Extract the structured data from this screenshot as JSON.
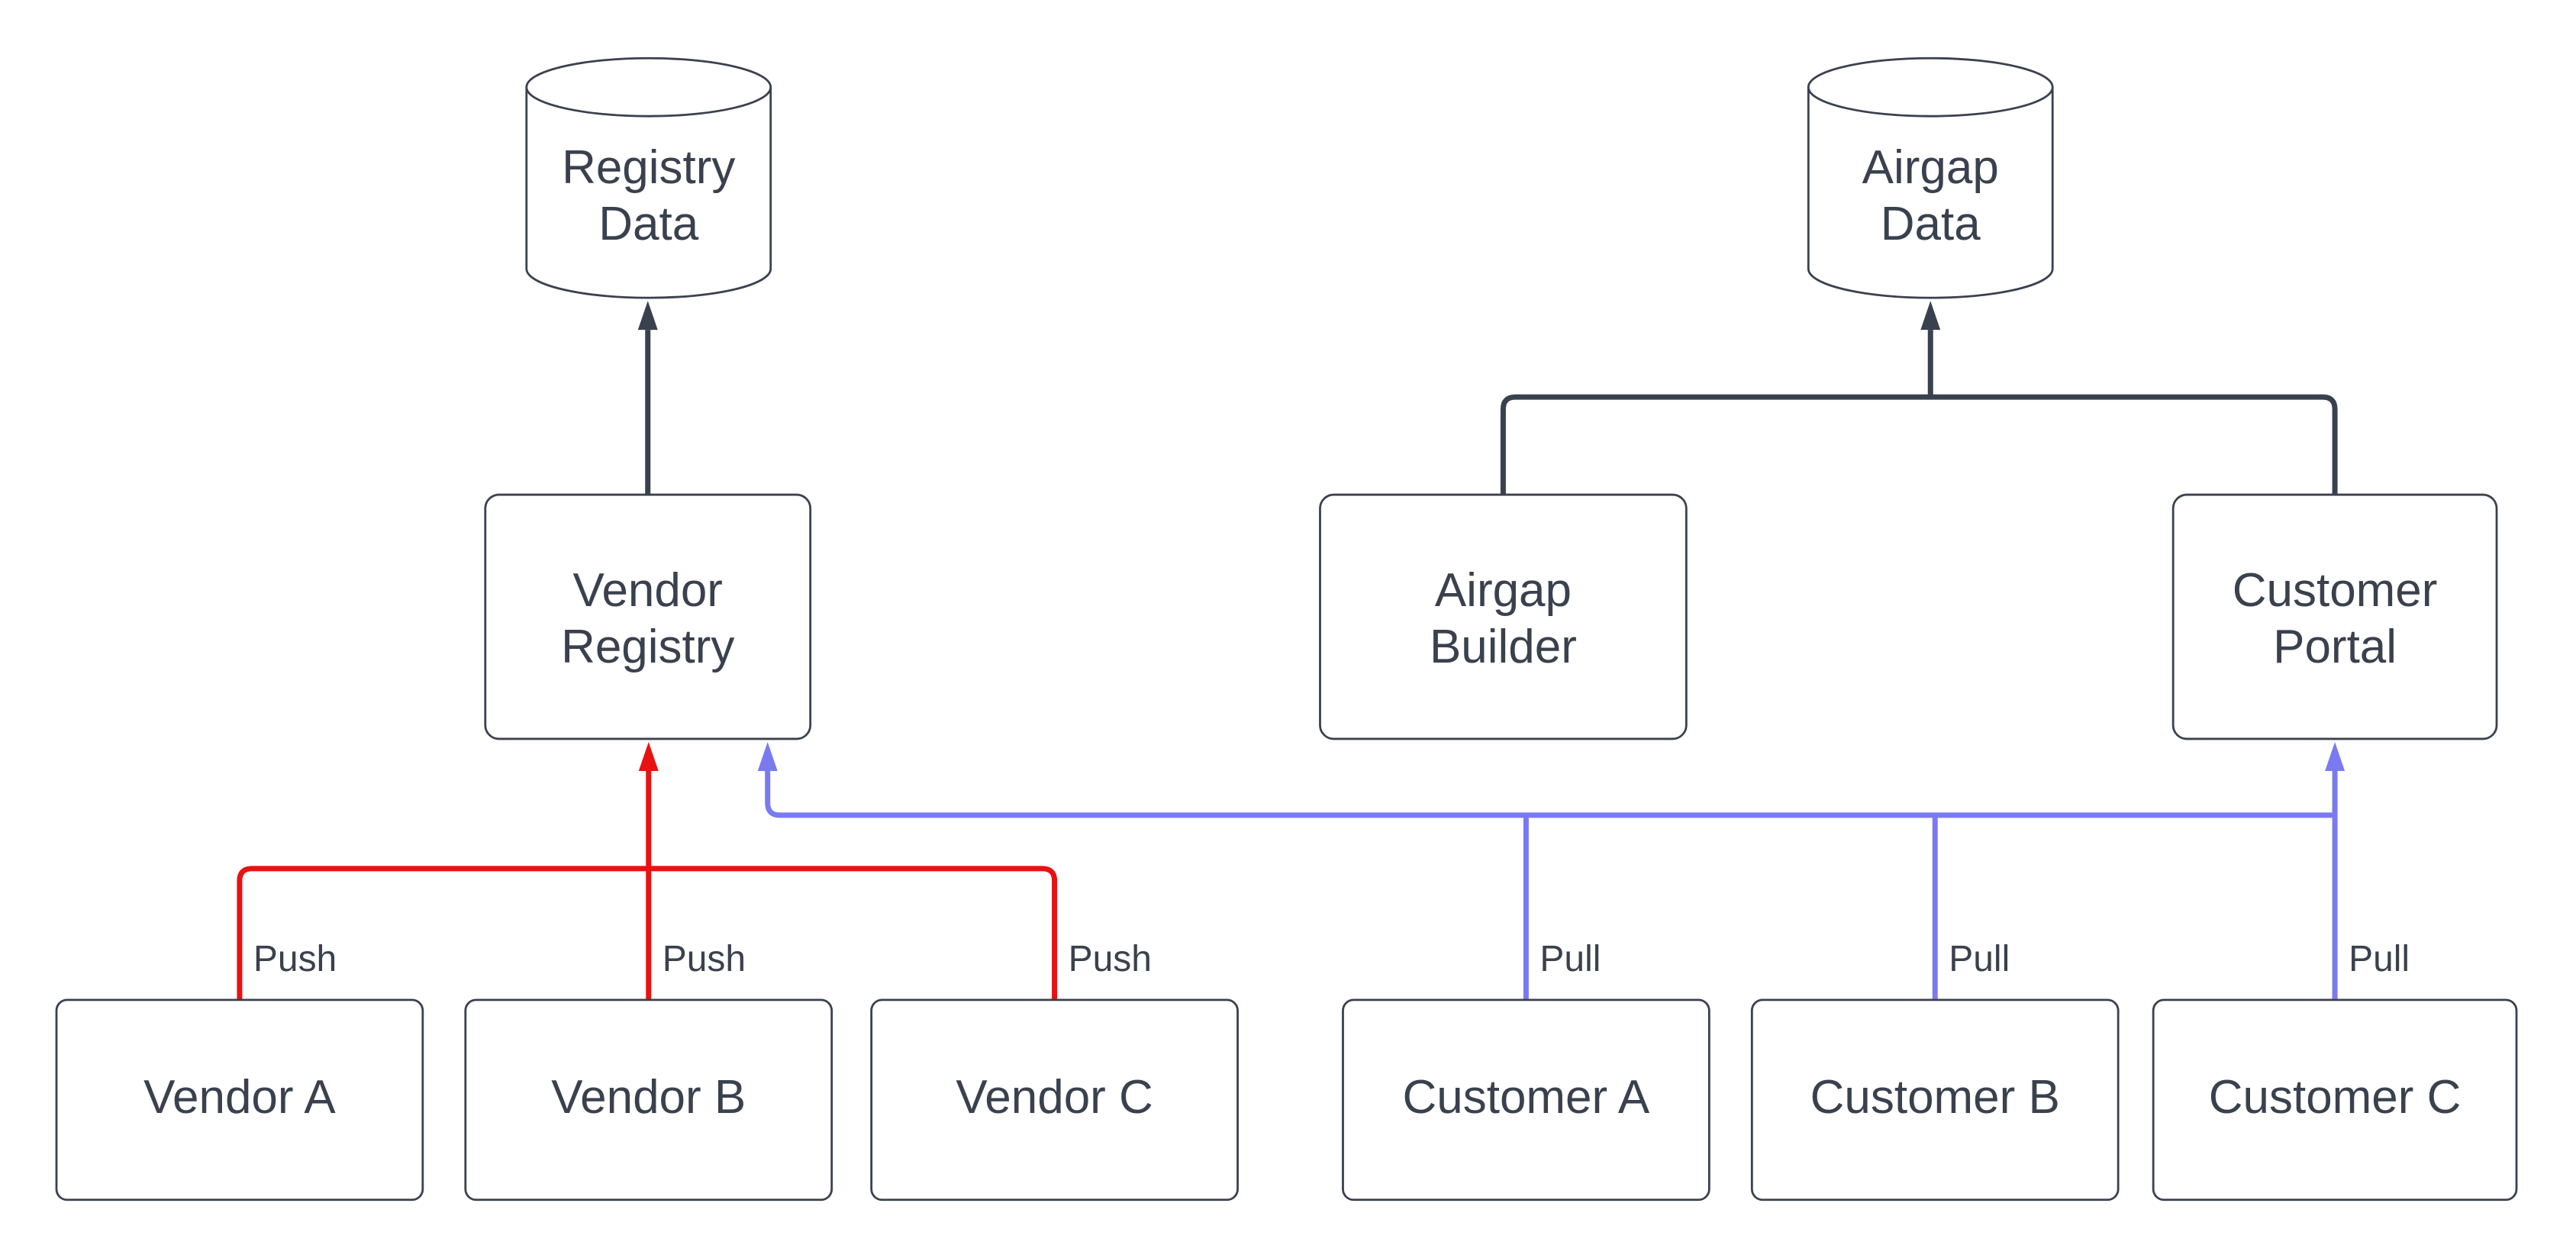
{
  "diagram": {
    "background": "#ffffff",
    "colors": {
      "dark": "#3a414e",
      "red": "#e81212",
      "blue": "#7a7af0"
    },
    "nodes": {
      "registry_data": {
        "shape": "cylinder",
        "lines": [
          "Registry",
          "Data"
        ]
      },
      "airgap_data": {
        "shape": "cylinder",
        "lines": [
          "Airgap",
          "Data"
        ]
      },
      "vendor_registry": {
        "shape": "rectangle",
        "lines": [
          "Vendor",
          "Registry"
        ]
      },
      "airgap_builder": {
        "shape": "rectangle",
        "lines": [
          "Airgap",
          "Builder"
        ]
      },
      "customer_portal": {
        "shape": "rectangle",
        "lines": [
          "Customer",
          "Portal"
        ]
      },
      "vendor_a": {
        "shape": "rectangle",
        "label": "Vendor A"
      },
      "vendor_b": {
        "shape": "rectangle",
        "label": "Vendor B"
      },
      "vendor_c": {
        "shape": "rectangle",
        "label": "Vendor C"
      },
      "customer_a": {
        "shape": "rectangle",
        "label": "Customer A"
      },
      "customer_b": {
        "shape": "rectangle",
        "label": "Customer B"
      },
      "customer_c": {
        "shape": "rectangle",
        "label": "Customer C"
      }
    },
    "edges": [
      {
        "from": "vendor_registry",
        "to": "registry_data",
        "color": "dark",
        "label": ""
      },
      {
        "from": "airgap_builder",
        "to": "airgap_data",
        "color": "dark",
        "label": ""
      },
      {
        "from": "customer_portal",
        "to": "airgap_data",
        "color": "dark",
        "label": ""
      },
      {
        "from": "vendor_a",
        "to": "vendor_registry",
        "color": "red",
        "label": "Push"
      },
      {
        "from": "vendor_b",
        "to": "vendor_registry",
        "color": "red",
        "label": "Push"
      },
      {
        "from": "vendor_c",
        "to": "vendor_registry",
        "color": "red",
        "label": "Push"
      },
      {
        "from": "customer_a",
        "to": "vendor_registry",
        "color": "blue",
        "label": "Pull"
      },
      {
        "from": "customer_b",
        "to": "vendor_registry",
        "color": "blue",
        "label": "Pull"
      },
      {
        "from": "customer_c",
        "to": "customer_portal",
        "color": "blue",
        "label": "Pull"
      }
    ]
  }
}
